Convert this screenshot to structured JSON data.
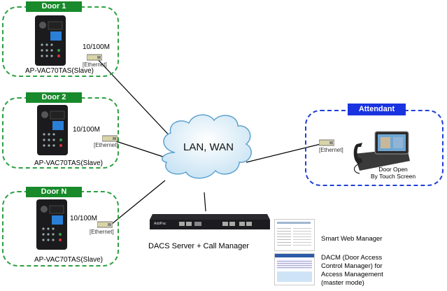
{
  "groups": {
    "door1": {
      "title": "Door 1",
      "device_label": "AP-VAC70TAS(Slave)",
      "speed": "10/100M",
      "ethernet": "[Ethernet]"
    },
    "door2": {
      "title": "Door 2",
      "device_label": "AP-VAC70TAS(Slave)",
      "speed": "10/100M",
      "ethernet": "[Ethernet]"
    },
    "doorN": {
      "title": "Door N",
      "device_label": "AP-VAC70TAS(Slave)",
      "speed": "10/100M",
      "ethernet": "[Ethernet]"
    },
    "attendant": {
      "title": "Attendant",
      "ethernet": "[Ethernet]",
      "caption_line1": "Door Open",
      "caption_line2": "By Touch Screen"
    }
  },
  "network": {
    "cloud_label": "LAN, WAN"
  },
  "server": {
    "label": "DACS Server + Call Manager",
    "brand": "AddPac"
  },
  "notes": {
    "smart_web": "Smart Web Manager",
    "dacm_line1": "DACM (Door Access",
    "dacm_line2": "Control Manager) for",
    "dacm_line3": "Access Management",
    "dacm_line4": "(master mode)"
  },
  "colors": {
    "group_green": "#2ea043",
    "tag_green": "#188a2b",
    "group_blue": "#1f3fd6",
    "tag_blue": "#1a33e0",
    "cloud_fill": "#d8ecf7"
  }
}
